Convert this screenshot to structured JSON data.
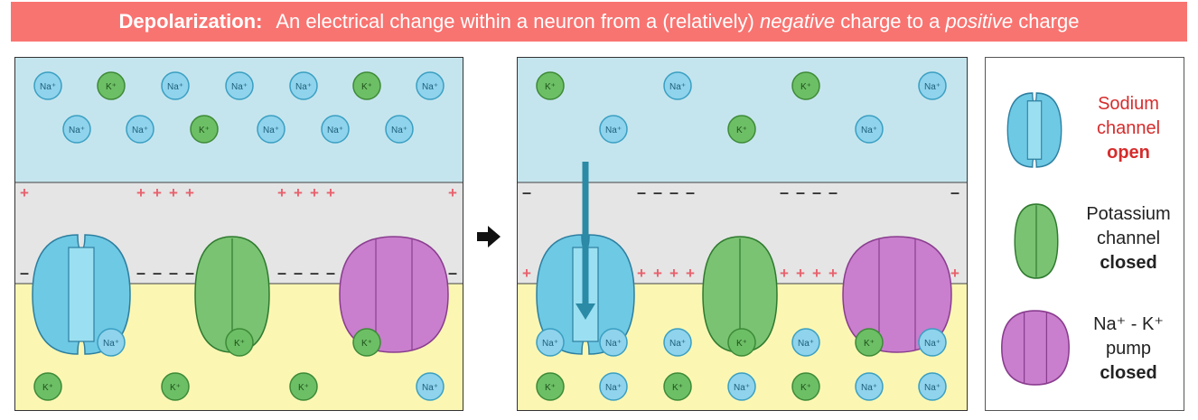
{
  "banner": {
    "term": "Depolarization:",
    "pre": "An electrical change within a neuron from a (relatively)",
    "w1": "negative",
    "mid": "charge to a",
    "w2": "positive",
    "post": "charge"
  },
  "ions": {
    "na": "Na⁺",
    "k": "K⁺"
  },
  "charges": {
    "plus": "+",
    "minus": "–"
  },
  "legend": {
    "sodium": {
      "line1": "Sodium",
      "line2": "channel",
      "state": "open"
    },
    "potassium": {
      "line1": "Potassium",
      "line2": "channel",
      "state": "closed"
    },
    "pump": {
      "line1": "Na⁺ - K⁺",
      "line2": "pump",
      "state": "closed"
    }
  },
  "colors": {
    "banner": "#f87471",
    "extracellular": "#c5e5ee",
    "membrane": "#e5e5e5",
    "intracellular": "#fbf7b3",
    "sodium_channel": "#6ec9e4",
    "potassium_channel": "#79c372",
    "pump": "#c97fcd",
    "na_ion": "#8fd3ec",
    "k_ion": "#6dbf66",
    "flow_arrow": "#2b8aa6",
    "plus": "#e8616d",
    "minus": "#333333"
  }
}
